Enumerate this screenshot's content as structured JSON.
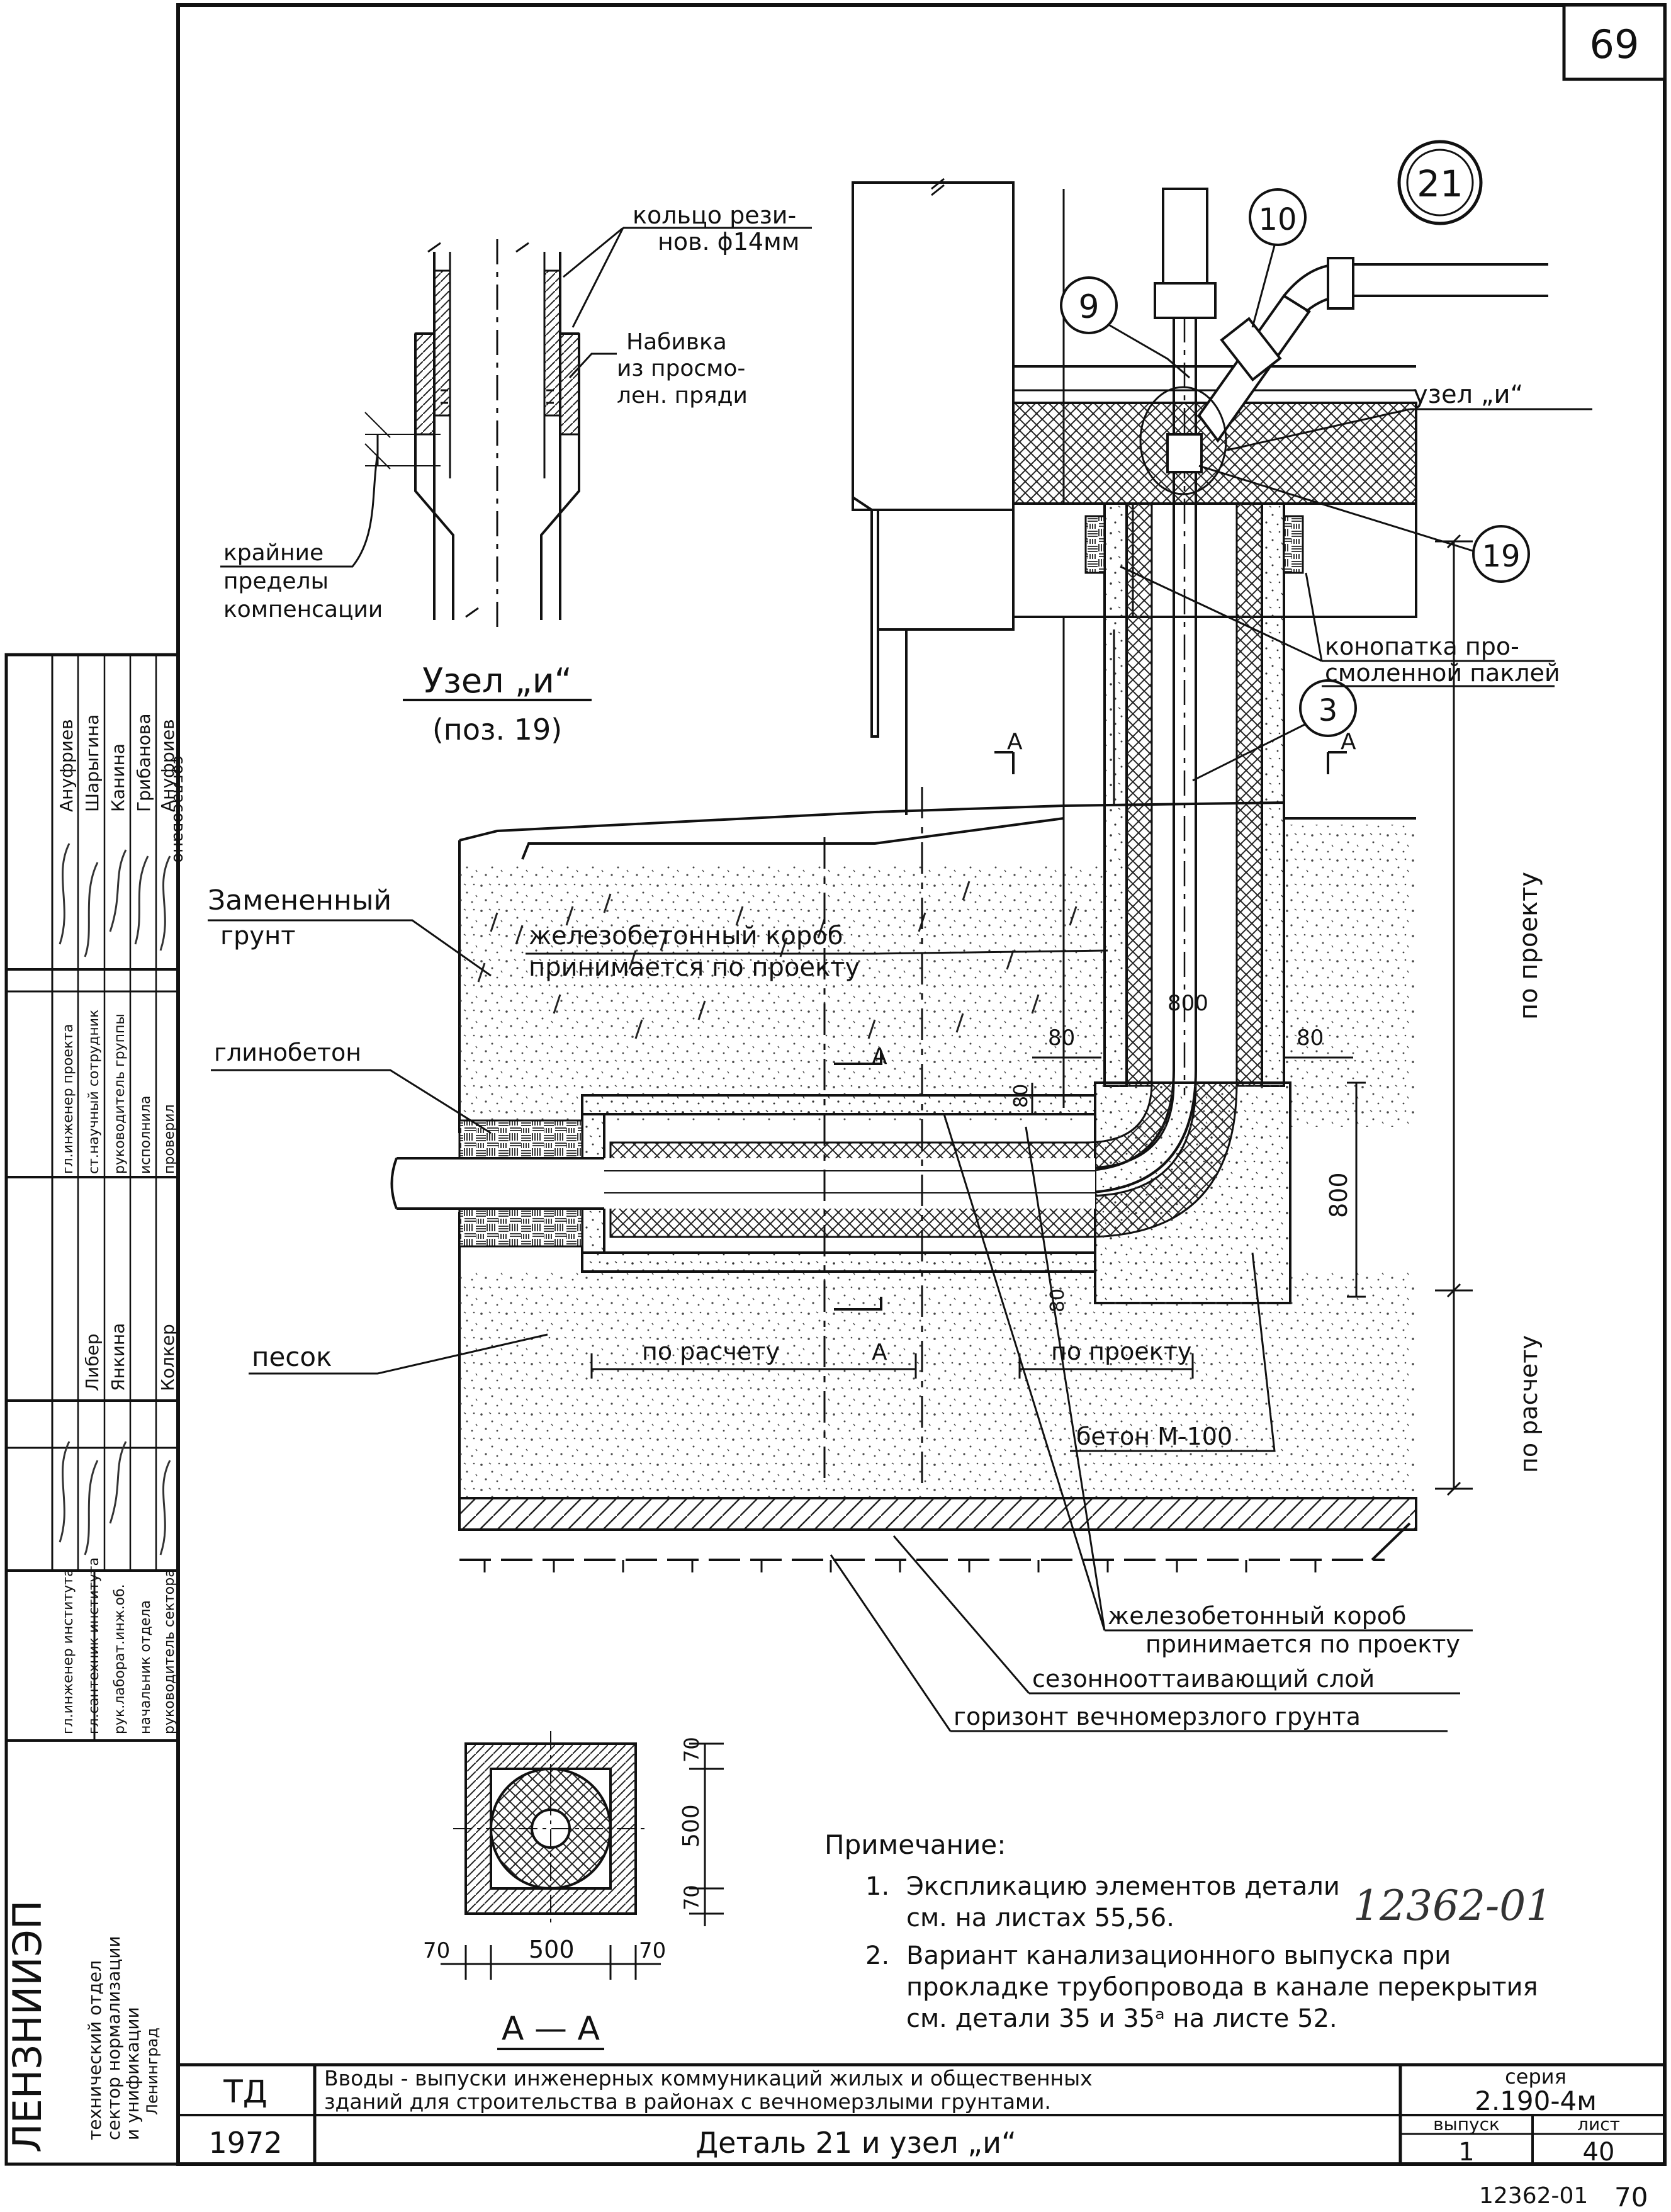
{
  "sheet_number": "69",
  "detail_badge": "21",
  "callouts": {
    "c9": "9",
    "c10": "10",
    "c19": "19",
    "c3": "3"
  },
  "node_u": {
    "ring_label": [
      "кольцо рези-",
      "нов. ϕ14мм"
    ],
    "packing_label": [
      "Набивка",
      "из просмо-",
      "лен. пряди"
    ],
    "limits_label": [
      "крайние",
      "пределы",
      "компенсации"
    ],
    "caption": "Узел „и“",
    "caption_pos": "(поз. 19)"
  },
  "main_labels": {
    "node_ref": "узел „и“",
    "caulking": [
      "конопатка про-",
      "смоленной паклей"
    ],
    "replaced_soil": [
      "Замененный",
      "грунт"
    ],
    "rc_box": [
      "железобетонный короб",
      "принимается по проекту"
    ],
    "clay_concrete": "глинобетон",
    "sand": "песок",
    "by_calc": "по расчету",
    "by_project": "по проекту",
    "concrete": "бетон М-100",
    "rc_box2": [
      "железобетонный короб",
      "принимается по проекту"
    ],
    "seasonal_layer": "сезоннооттаивающий слой",
    "permafrost": "горизонт вечномерзлого грунта",
    "section_mark": "А",
    "vert_by_project": "по проекту",
    "vert_by_calc": "по расчету"
  },
  "dimensions": {
    "d800_top": "800",
    "d80_left": "80",
    "d80_right": "80",
    "d80_mid": "80",
    "d800_side": "800",
    "d80_bottom": "80"
  },
  "section_aa": {
    "title": "А — А",
    "dim_70_top": "70",
    "dim_500_v": "500",
    "dim_70_bottom": "70",
    "dim_70_left": "70",
    "dim_500_h": "500",
    "dim_70_right": "70"
  },
  "notes": {
    "heading": "Примечание:",
    "items": [
      {
        "num": "1.",
        "lines": [
          "Экспликацию элементов детали",
          "см. на листах 55,56."
        ]
      },
      {
        "num": "2.",
        "lines": [
          "Вариант канализационного выпуска при",
          "прокладке трубопровода в канале перекрытия",
          "см. детали 35 и 35ᵃ на листе 52."
        ]
      }
    ],
    "handwritten": "12362-01"
  },
  "left_strip": {
    "org": "ЛЕНЗНИИЭП",
    "org_sub": [
      "технический отдел",
      "сектор нормализации",
      "и унификации",
      "Ленинград"
    ],
    "agreed": "согласовано",
    "roles_left": [
      "гл.инженер института",
      "гл.сантехник института",
      "рук.лаборат.инж.об.",
      "начальник отдела",
      "руководитель сектора"
    ],
    "names_left": [
      "Либер",
      "Янкина",
      "Колкер"
    ],
    "roles_right": [
      "гл.инженер проекта",
      "ст.научный сотрудник",
      "руководитель группы",
      "исполнила",
      "проверил"
    ],
    "names_right": [
      "Ануфриев",
      "Шарыгина",
      "Канина",
      "Грибанова",
      "Ануфриев"
    ]
  },
  "title_block": {
    "code": "ТД",
    "year": "1972",
    "title": [
      "Вводы - выпуски инженерных коммуникаций жилых и общественных",
      "зданий для строительства в районах с вечномерзлыми грунтами."
    ],
    "subtitle": "Деталь 21 и узел „и“",
    "series_label": "серия",
    "series": "2.190-4м",
    "issue_label": "выпуск",
    "issue": "1",
    "sheet_label": "лист",
    "sheet": "40"
  },
  "footer": {
    "code": "12362-01",
    "page": "70"
  }
}
